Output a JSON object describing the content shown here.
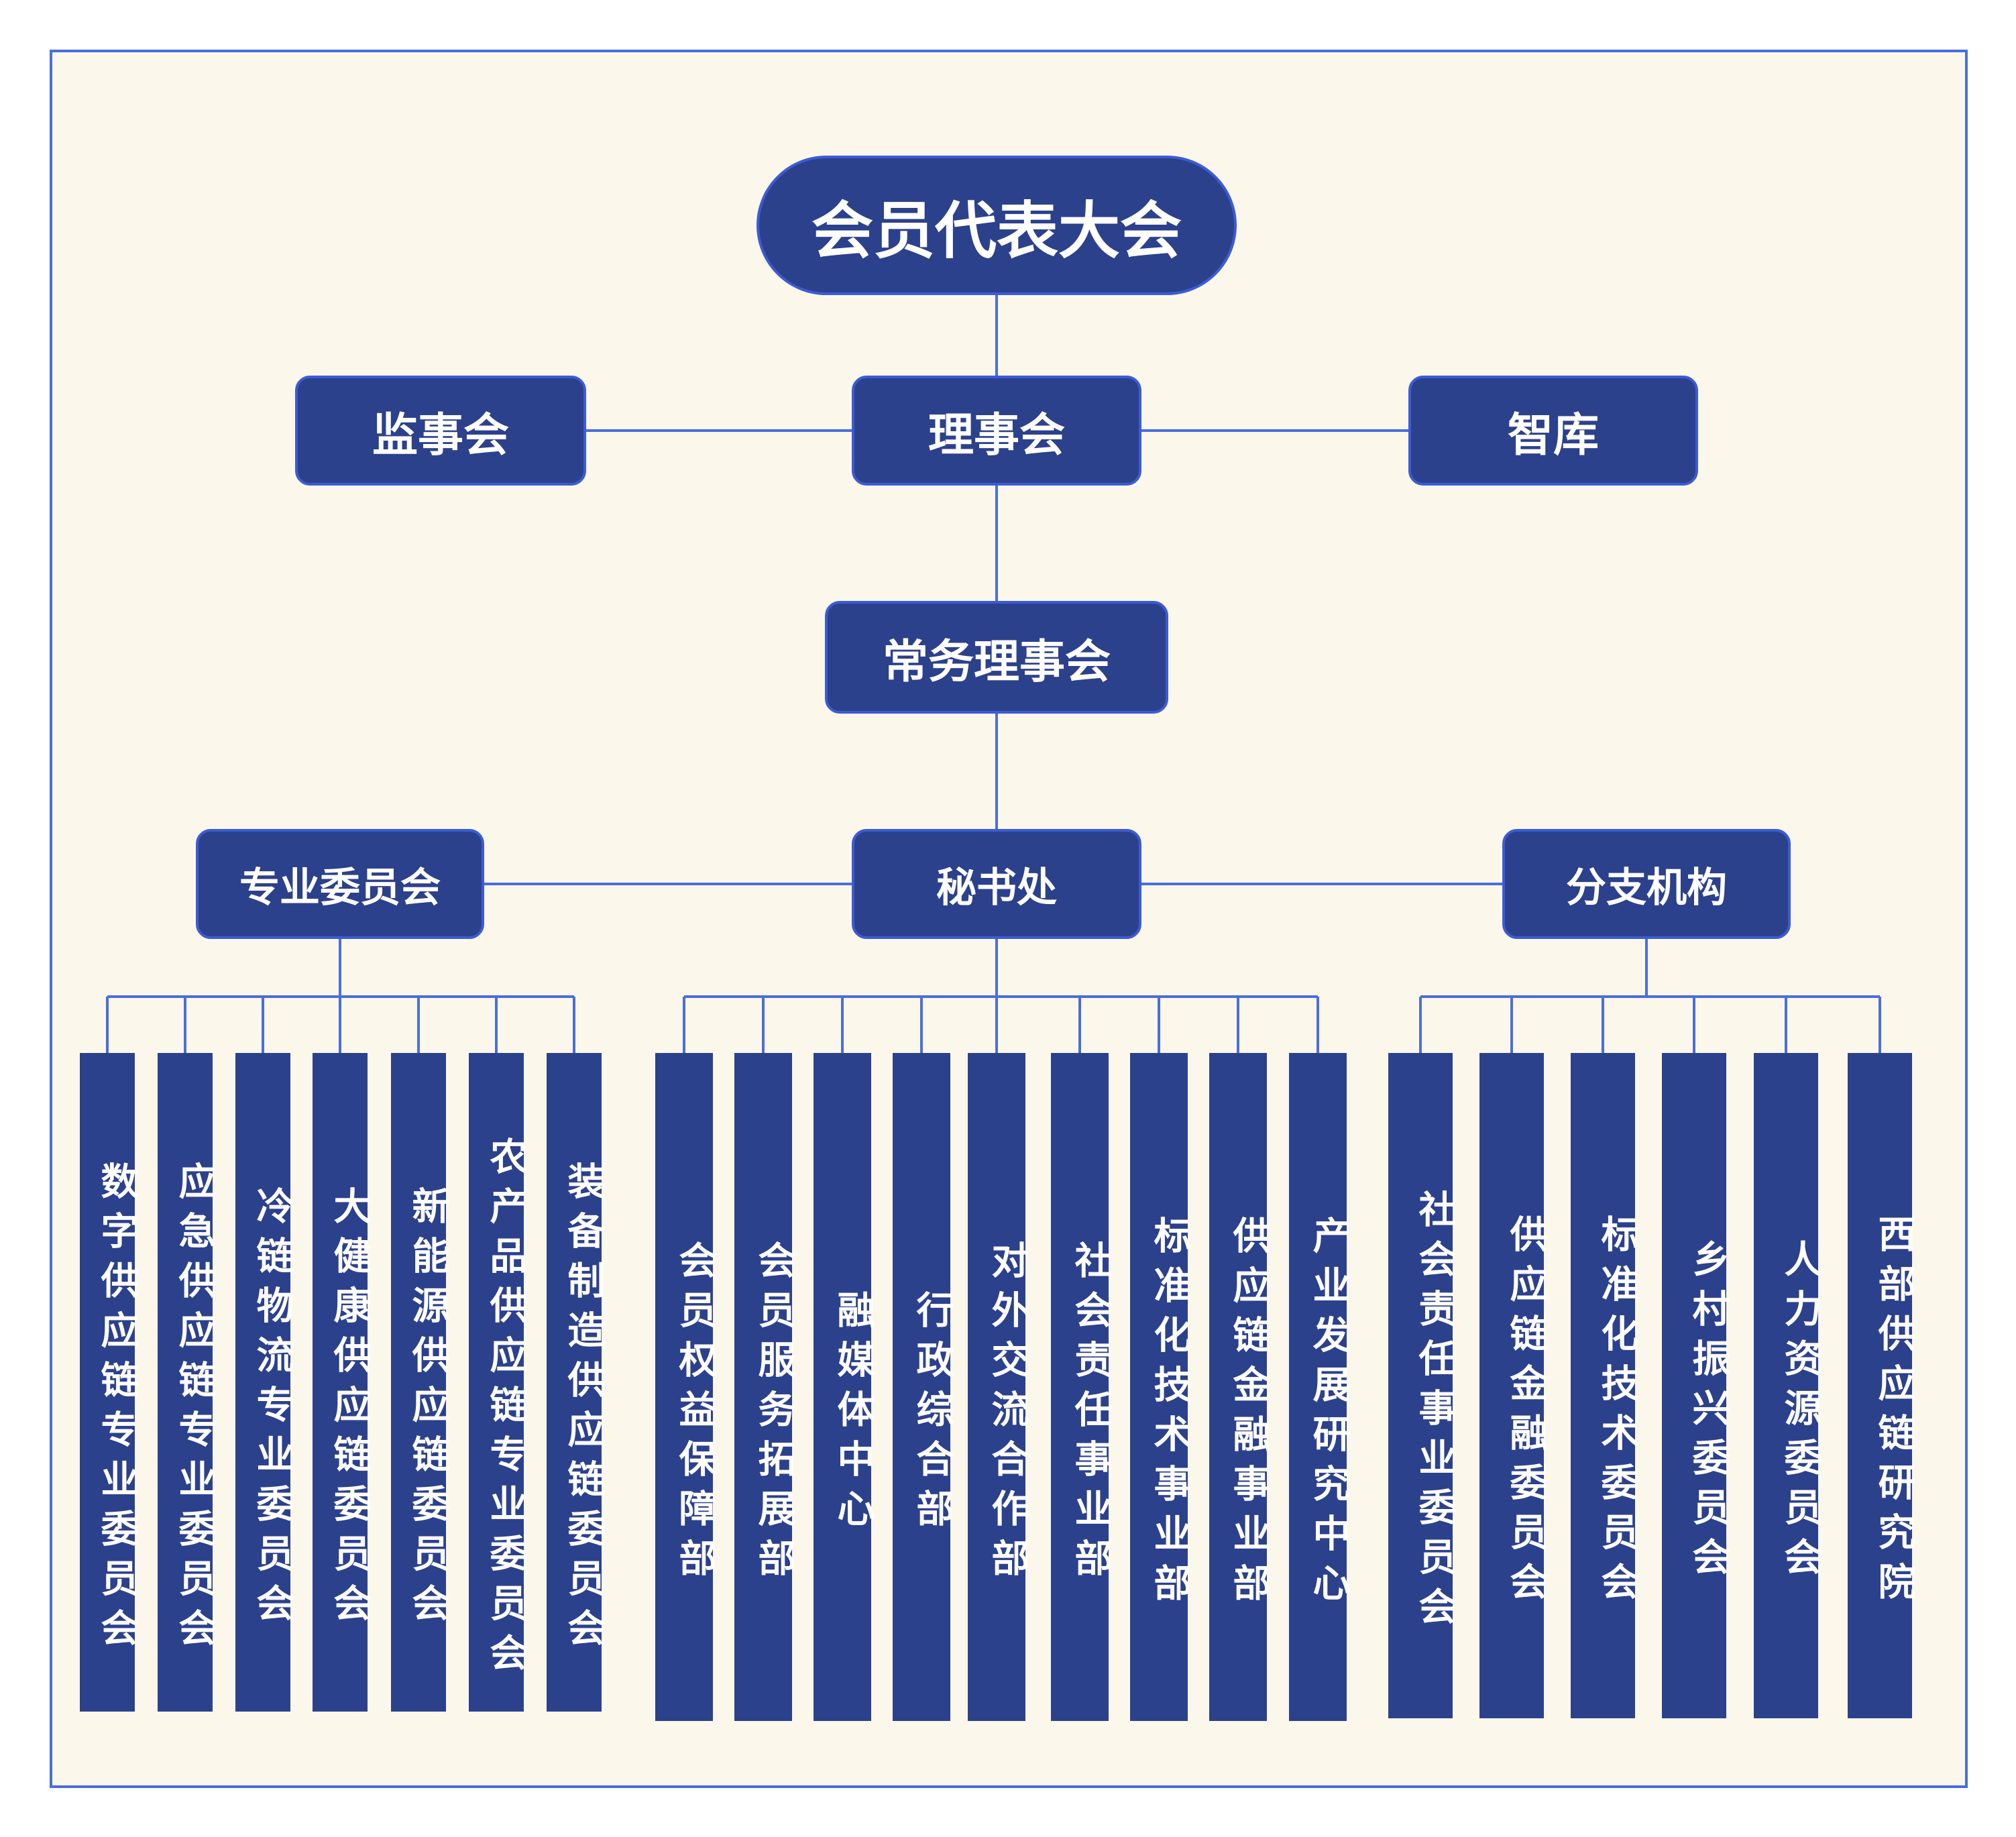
{
  "colors": {
    "background": "#fbf8eb",
    "frame_border": "#4a6ee0",
    "node_fill": "#2c418c",
    "node_border": "#3d5bd6",
    "node_text": "#ffffff",
    "connector": "#4a6ee0"
  },
  "nodes": {
    "congress": "会员代表大会",
    "supervisors": "监事会",
    "council": "理事会",
    "think_tank": "智库",
    "standing_council": "常务理事会",
    "committees": "专业委员会",
    "secretariat": "秘书处",
    "branches": "分支机构"
  },
  "committee_items": [
    "数字供应链专业委员会",
    "应急供应链专业委员会",
    "冷链物流专业委员会",
    "大健康供应链委员会",
    "新能源供应链委员会",
    "农产品供应链专业委员会",
    "装备制造供应链委员会"
  ],
  "secretariat_items": [
    "会员权益保障部",
    "会员服务拓展部",
    "融媒体中心",
    "行政综合部",
    "对外交流合作部",
    "社会责任事业部",
    "标准化技术事业部",
    "供应链金融事业部",
    "产业发展研究中心"
  ],
  "branch_items": [
    "社会责任事业委员会",
    "供应链金融委员会",
    "标准化技术委员会",
    "乡村振兴委员会",
    "人力资源委员会",
    "西部供应链研究院"
  ]
}
